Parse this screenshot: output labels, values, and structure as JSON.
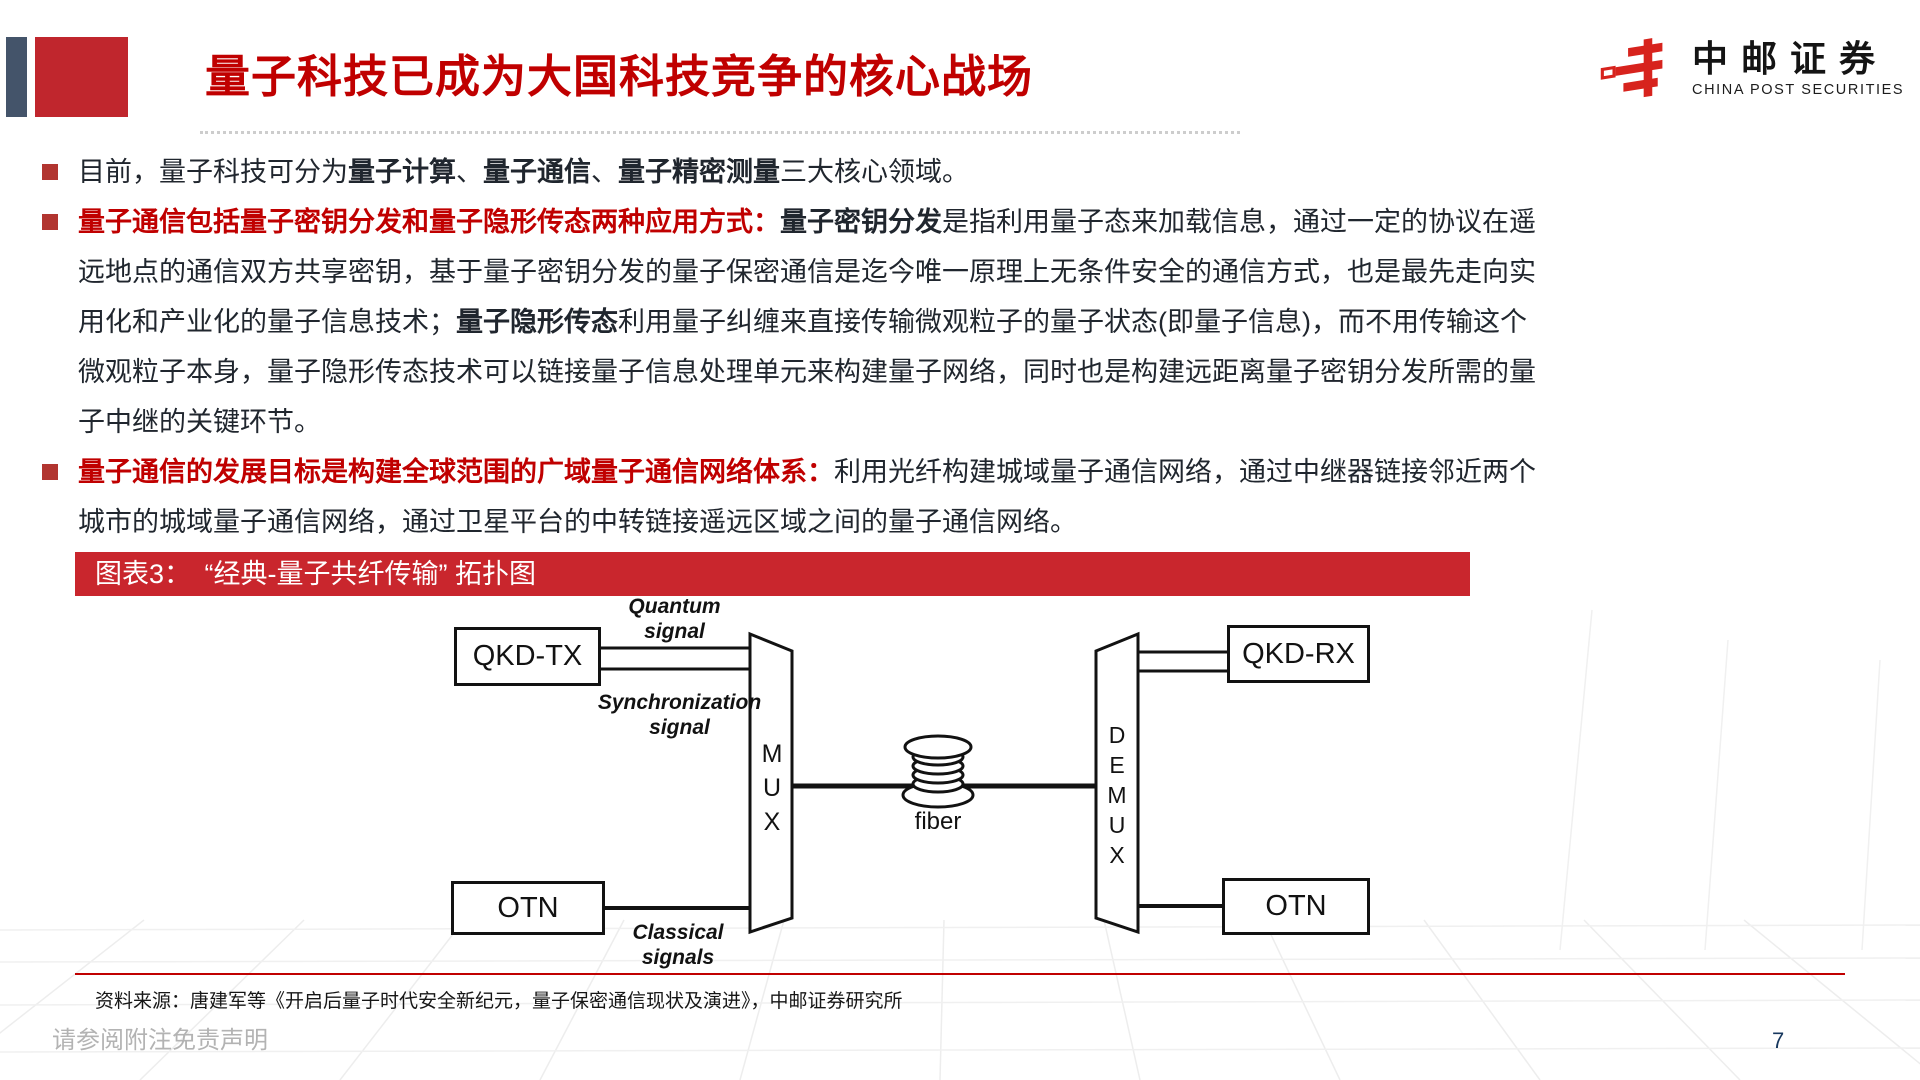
{
  "header": {
    "title": "量子科技已成为大国科技竞争的核心战场",
    "brand_cn": "中邮证券",
    "brand_en": "CHINA POST SECURITIES"
  },
  "bullets": [
    {
      "segments": [
        {
          "text": "目前，量子科技可分为"
        },
        {
          "text": "量子计算"
        },
        {
          "text": "、"
        },
        {
          "text": "量子通信"
        },
        {
          "text": "、"
        },
        {
          "text": "量子精密测量"
        },
        {
          "text": "三大核心领域。"
        }
      ]
    },
    {
      "segments": [
        {
          "text": "量子通信包括量子密钥分发和量子隐形传态两种应用方式："
        },
        {
          "text": "量子密钥分发"
        },
        {
          "text": "是指利用量子态来加载信息，通过一定的协议在遥远地点的通信双方共享密钥，基于量子密钥分发的量子保密通信是迄今唯一原理上无条件安全的通信方式，也是最先走向实用化和产业化的量子信息技术；"
        },
        {
          "text": "量子隐形传态"
        },
        {
          "text": "利用量子纠缠来直接传输微观粒子的量子状态(即量子信息)，而不用传输这个微观粒子本身，量子隐形传态技术可以链接量子信息处理单元来构建量子网络，同时也是构建远距离量子密钥分发所需的量子中继的关键环节。"
        }
      ]
    },
    {
      "segments": [
        {
          "text": "量子通信的发展目标是构建全球范围的广域量子通信网络体系："
        },
        {
          "text": "利用光纤构建城域量子通信网络，通过中继器链接邻近两个城市的城域量子通信网络，通过卫星平台的中转链接遥远区域之间的量子通信网络。"
        }
      ]
    }
  ],
  "figure": {
    "caption": "图表3：　“经典-量子共纤传输” 拓扑图",
    "nodes": {
      "qkd_tx": "QKD-TX",
      "qkd_rx": "QKD-RX",
      "otn_left": "OTN",
      "otn_right": "OTN",
      "mux": "MUX",
      "demux": "DEMUX",
      "fiber": "fiber"
    },
    "labels": {
      "quantum_signal": "Quantum signal",
      "synchronization_signal": "Synchronization signal",
      "classical_signals": "Classical signals"
    },
    "source": "资料来源：唐建军等《开启后量子时代安全新纪元，量子保密通信现状及演进》，中邮证券研究所"
  },
  "footer": {
    "disclaimer": "请参阅附注免责声明",
    "page": "7"
  },
  "colors": {
    "title_red": "#c00000",
    "banner_red": "#c9262d",
    "accent_blue": "#44546a"
  }
}
